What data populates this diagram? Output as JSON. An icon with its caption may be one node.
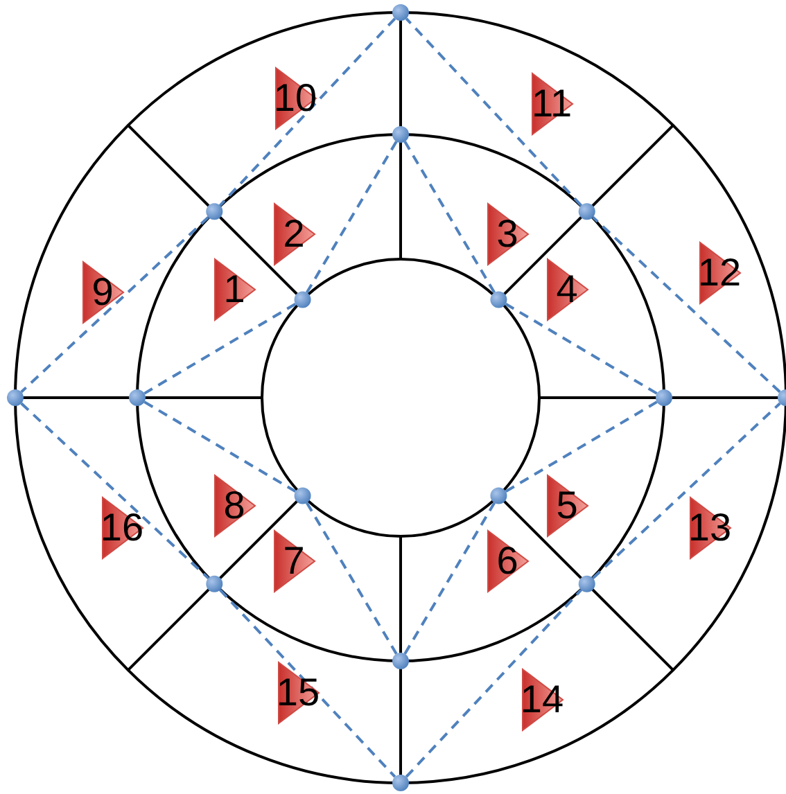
{
  "diagram": {
    "nodes": [
      {
        "text": [
          "1"
        ]
      },
      {
        "text": [
          "2"
        ]
      },
      {
        "text": [
          "3"
        ]
      },
      {
        "text": [
          "4"
        ]
      },
      {
        "text": [
          "5"
        ]
      },
      {
        "text": [
          "6"
        ]
      },
      {
        "text": [
          "7"
        ]
      },
      {
        "text": [
          "8"
        ]
      },
      {
        "text": [
          "9"
        ]
      },
      {
        "text": [
          "10"
        ]
      },
      {
        "text": [
          "11"
        ]
      },
      {
        "text": [
          "12"
        ]
      },
      {
        "text": [
          "13"
        ]
      },
      {
        "text": [
          "14"
        ]
      },
      {
        "text": [
          "15"
        ]
      },
      {
        "text": [
          "16"
        ]
      },
      {
        "text": [],
        "shape": "circle"
      },
      {
        "text": [],
        "shape": "circle"
      },
      {
        "text": [],
        "shape": "circle"
      },
      {
        "text": [],
        "shape": "circle"
      },
      {
        "text": [],
        "shape": "circle"
      },
      {
        "text": [],
        "shape": "circle"
      },
      {
        "text": [],
        "shape": "circle"
      },
      {
        "text": [],
        "shape": "circle"
      },
      {
        "text": [],
        "shape": "circle"
      },
      {
        "text": [],
        "shape": "circle"
      },
      {
        "text": [],
        "shape": "circle"
      },
      {
        "text": [],
        "shape": "circle"
      },
      {
        "text": [],
        "shape": "circle"
      },
      {
        "text": [],
        "shape": "circle"
      },
      {
        "text": [],
        "shape": "circle"
      },
      {
        "text": [],
        "shape": "circle"
      }
    ],
    "edges": [
      {
        "from": 16,
        "to": 18,
        "arrow": "none",
        "style": "dashed"
      },
      {
        "from": 18,
        "to": 22,
        "arrow": "none",
        "style": "dashed"
      },
      {
        "from": 22,
        "to": 28,
        "arrow": "none",
        "style": "dashed"
      },
      {
        "from": 28,
        "to": 31,
        "arrow": "none",
        "style": "dashed"
      },
      {
        "from": 31,
        "to": 29,
        "arrow": "none",
        "style": "dashed"
      },
      {
        "from": 29,
        "to": 25,
        "arrow": "none",
        "style": "dashed"
      },
      {
        "from": 25,
        "to": 19,
        "arrow": "none",
        "style": "dashed"
      },
      {
        "from": 19,
        "to": 16,
        "arrow": "none",
        "style": "dashed"
      },
      {
        "from": 17,
        "to": 20,
        "arrow": "none",
        "style": "dashed"
      },
      {
        "from": 20,
        "to": 23,
        "arrow": "none",
        "style": "dashed"
      },
      {
        "from": 23,
        "to": 26,
        "arrow": "none",
        "style": "dashed"
      },
      {
        "from": 26,
        "to": 30,
        "arrow": "none",
        "style": "dashed"
      },
      {
        "from": 30,
        "to": 27,
        "arrow": "none",
        "style": "dashed"
      },
      {
        "from": 27,
        "to": 24,
        "arrow": "none",
        "style": "dashed"
      },
      {
        "from": 24,
        "to": 21,
        "arrow": "none",
        "style": "dashed"
      },
      {
        "from": 21,
        "to": 17,
        "arrow": "none",
        "style": "dashed"
      }
    ]
  }
}
